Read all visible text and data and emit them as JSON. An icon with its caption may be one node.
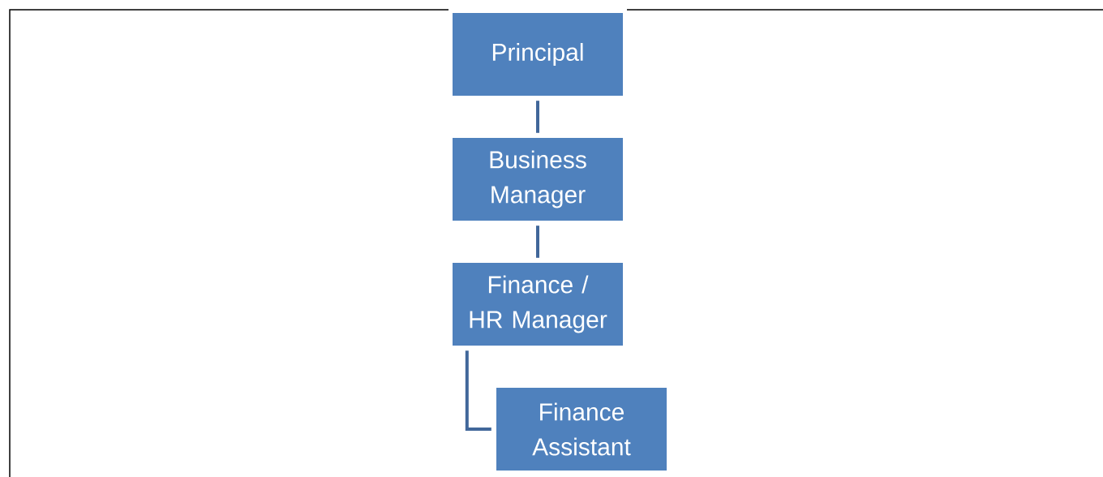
{
  "diagram": {
    "nodes": [
      {
        "text": [
          "Principal"
        ]
      },
      {
        "text": [
          "Business Manager"
        ]
      },
      {
        "text": [
          "Finance / HR Manager"
        ]
      },
      {
        "text": [
          "Finance Assistant"
        ]
      }
    ],
    "edges": [
      {
        "from": 0,
        "to": 1,
        "arrow": "none"
      },
      {
        "from": 1,
        "to": 2,
        "arrow": "none"
      },
      {
        "from": 2,
        "to": 3,
        "arrow": "none"
      }
    ]
  }
}
